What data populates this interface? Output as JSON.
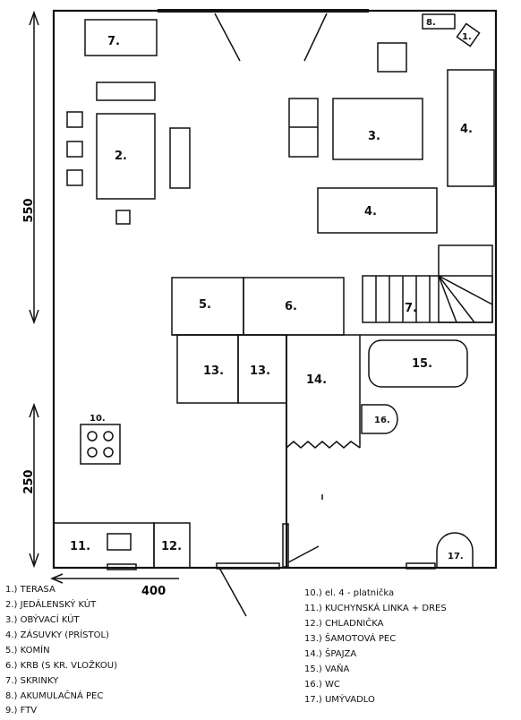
{
  "dimensions": {
    "width_label": "400",
    "upper_height_label": "550",
    "lower_height_label": "250"
  },
  "room_labels": {
    "r1": "1.",
    "r2": "2.",
    "r3": "3.",
    "r4a": "4.",
    "r4b": "4.",
    "r5": "5.",
    "r6": "6.",
    "r7a": "7.",
    "r7b": "7.",
    "r8": "8.",
    "r10": "10.",
    "r11": "11.",
    "r12": "12.",
    "r13a": "13.",
    "r13b": "13.",
    "r14": "14.",
    "r15": "15.",
    "r16": "16.",
    "r17": "17."
  },
  "legend_left": [
    "1.) TERASA",
    "2.) JEDÁLENSKÝ KÚT",
    "3.) OBÝVACÍ KÚT",
    "4.) ZÁSUVKY (PRÍSTOL)",
    "5.) KOMÍN",
    "6.) KRB (S KR. VLOŽKOU)",
    "7.) SKRINKY",
    "8.) AKUMULAČNÁ PEC",
    "9.) FTV"
  ],
  "legend_right": [
    "10.) el. 4 - platnička",
    "11.) KUCHYNSKÁ LINKA + DRES",
    "12.) CHLADNIČKA",
    "13.) ŠAMOTOVÁ PEC",
    "14.) ŠPAJZA",
    "15.) VAŇA",
    "16.) WC",
    "17.) UMÝVADLO"
  ]
}
